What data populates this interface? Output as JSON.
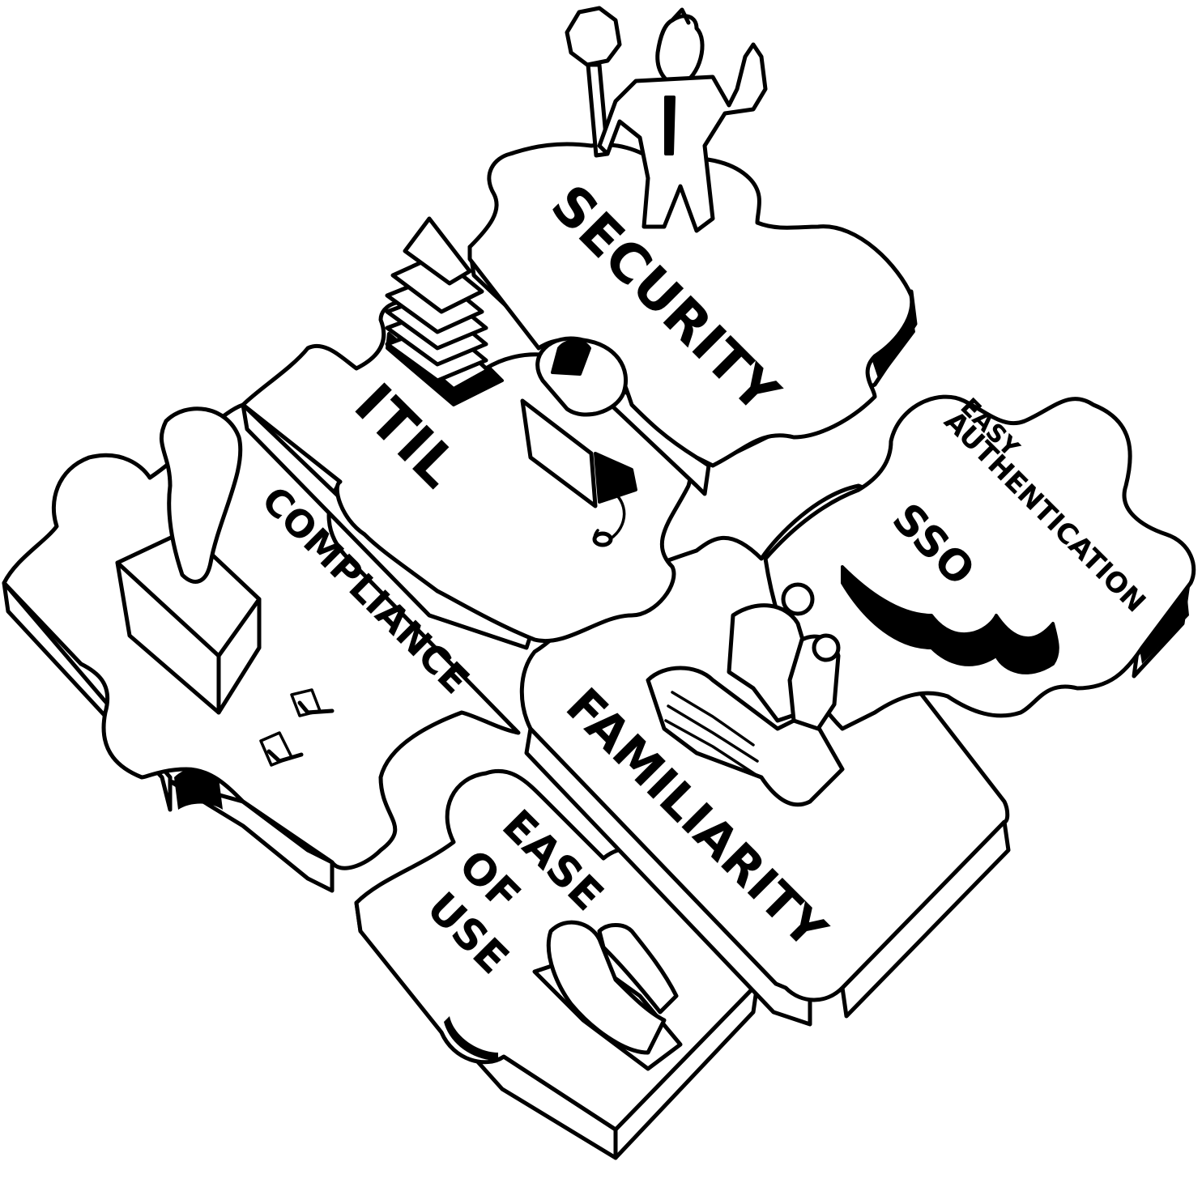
{
  "pieces": {
    "security": "SECURITY",
    "itil": "ITIL",
    "compliance": "COMPLIANCE",
    "easy_authentication_line1": "EASY",
    "easy_authentication_line2": "AUTHENTICATION",
    "sso": "SSO",
    "familiarity": "FAMILIARITY",
    "ease_of_use_line1": "EASE",
    "ease_of_use_line2": "OF",
    "ease_of_use_line3": "USE"
  },
  "colors": {
    "ink": "#000000",
    "paper": "#ffffff"
  }
}
